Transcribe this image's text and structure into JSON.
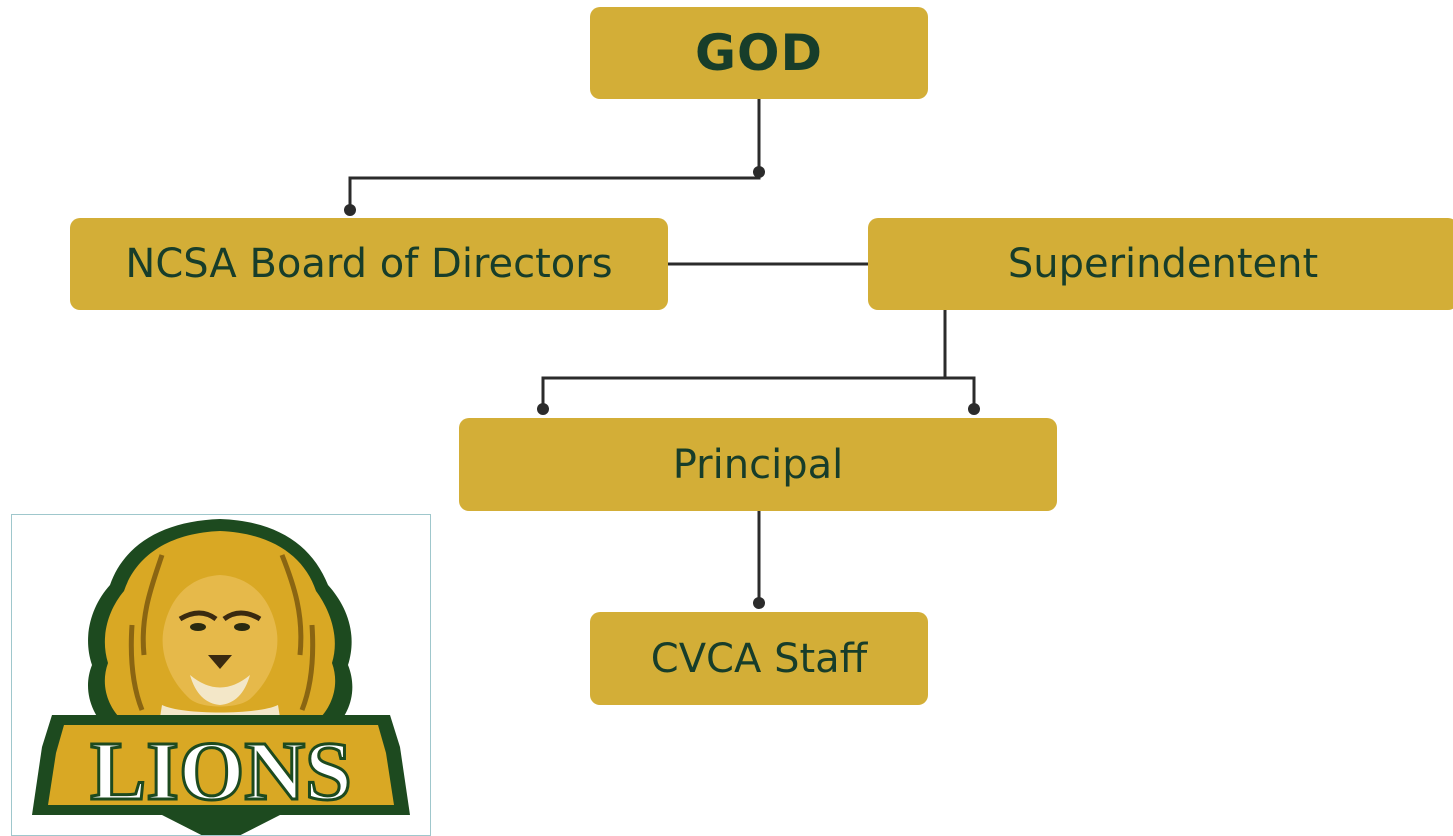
{
  "chart": {
    "nodes": {
      "god": "GOD",
      "board": "NCSA Board of Directors",
      "superintendent": "Superindentent",
      "principal": "Principal",
      "staff": "CVCA Staff"
    }
  },
  "logo": {
    "text": "LIONS",
    "icon": "lion-head-icon"
  },
  "colors": {
    "node_fill": "#d3ae37",
    "node_text": "#173d2a",
    "line": "#2b2b2b",
    "logo_green": "#1d4a1f",
    "logo_gold": "#d9a824"
  }
}
